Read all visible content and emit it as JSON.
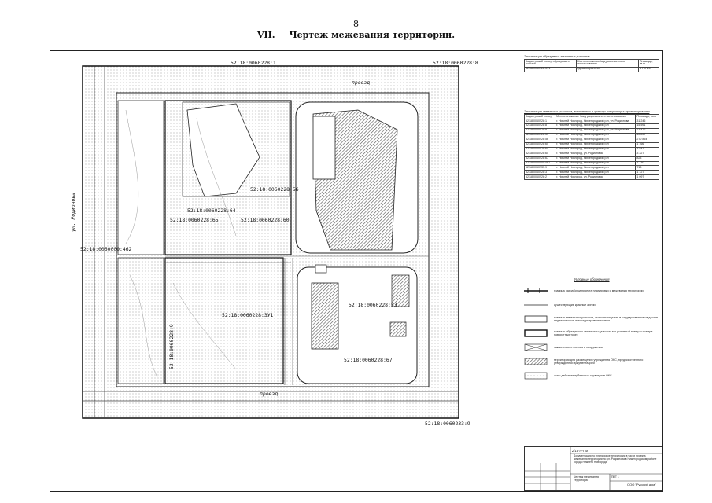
{
  "page_number": "8",
  "section": {
    "number": "VII.",
    "title": "Чертеж межевания территории."
  },
  "plan": {
    "parcel_labels": [
      "52:18:0060228:1",
      "52:18:0060228:8",
      "52:18:0060228:56",
      "52:18:0060228:65",
      "52:18:0060228:64",
      "52:18:0060228:60",
      "52:18:0060228:53",
      "52:18:0060228:67",
      "52:18:0060228:ЗУ1",
      "52:18:0060228:9",
      "52:18:0060000:462",
      "52:18:0060233:9"
    ],
    "street_labels": [
      "ул. Родионова",
      "проезд",
      "проезд"
    ]
  },
  "table1": {
    "caption": "Экспликация образуемых земельных участков",
    "headers": [
      "Кадастровый номер образуемого участка",
      "Местоположение/вид разрешенного использования",
      "Площадь, кв.м"
    ],
    "rows": [
      [
        "52:18:0060228:ЗУ1",
        "Здравоохранение",
        "4 707,21"
      ]
    ]
  },
  "table2": {
    "caption": "Экспликация земельных участков, включенных в границы территории проектирования",
    "headers": [
      "Кадастровый номер",
      "Местоположение / вид разрешенного использования",
      "Площадь, кв.м"
    ],
    "rows": [
      [
        "52:18:0060228:1",
        "г. Нижний Новгород, Нижегородский р-н, ул. Родионова",
        "31 246"
      ],
      [
        "52:18:0060228:8",
        "г. Нижний Новгород, Нижегородский р-н",
        "15 591"
      ],
      [
        "52:18:0060228:9",
        "г. Нижний Новгород, Нижегородский р-н, ул. Родионова",
        "13 472"
      ],
      [
        "52:18:0060228:53",
        "г. Нижний Новгород, Нижегородский р-н",
        "40 897"
      ],
      [
        "52:18:0060228:56",
        "г. Нижний Новгород, Нижегородский р-н",
        "270 854"
      ],
      [
        "52:18:0060228:60",
        "г. Нижний Новгород, Нижегородский р-н",
        "1 166"
      ],
      [
        "52:18:0060228:64",
        "г. Нижний Новгород, Нижегородский р-н",
        "3 541"
      ],
      [
        "52:18:0060228:65",
        "г. Нижний Новгород, ул. Родионова",
        "3 327"
      ],
      [
        "52:18:0060228:67",
        "г. Нижний Новгород, Нижегородский р-н",
        "823"
      ],
      [
        "52:18:0060000:462",
        "г. Нижний Новгород, Нижегородский р-н",
        "7 730"
      ],
      [
        "52:18:0060233:9",
        "г. Нижний Новгород, Нижегородский р-н",
        "713"
      ],
      [
        "52:18:0060228:3",
        "г. Нижний Новгород, Нижегородский р-н",
        "1 127"
      ],
      [
        "52:18:0060228:2",
        "г. Нижний Новгород, ул. Родионова",
        "1 097"
      ]
    ]
  },
  "legend": {
    "title": "Условные обозначения",
    "items": [
      "граница разработки проекта планировки и межевания территории",
      "существующие красные линии",
      "границы земельных участков, стоящих на учете в государственном кадастре недвижимости, и их кадастровые номера",
      "границы образуемого земельного участка, его условный номер и номера поворотных точек",
      "заключение строения и сооружения",
      "территория для размещения учреждения ОКС, предусмотренного утвержденной документацией",
      "зоны действия публичных сервитутов ОКС"
    ]
  },
  "title_block": {
    "code": "2/15-П-ПМ",
    "description": "Документация по планировке территории в части проекта межевания территории по ул. Родионова в Нижегородском районе города Нижнего Новгорода",
    "drawing_name": "Чертеж межевания территории",
    "stage": "ППТ",
    "sheet": "1",
    "organization": "ООО \"Русский дом\""
  }
}
